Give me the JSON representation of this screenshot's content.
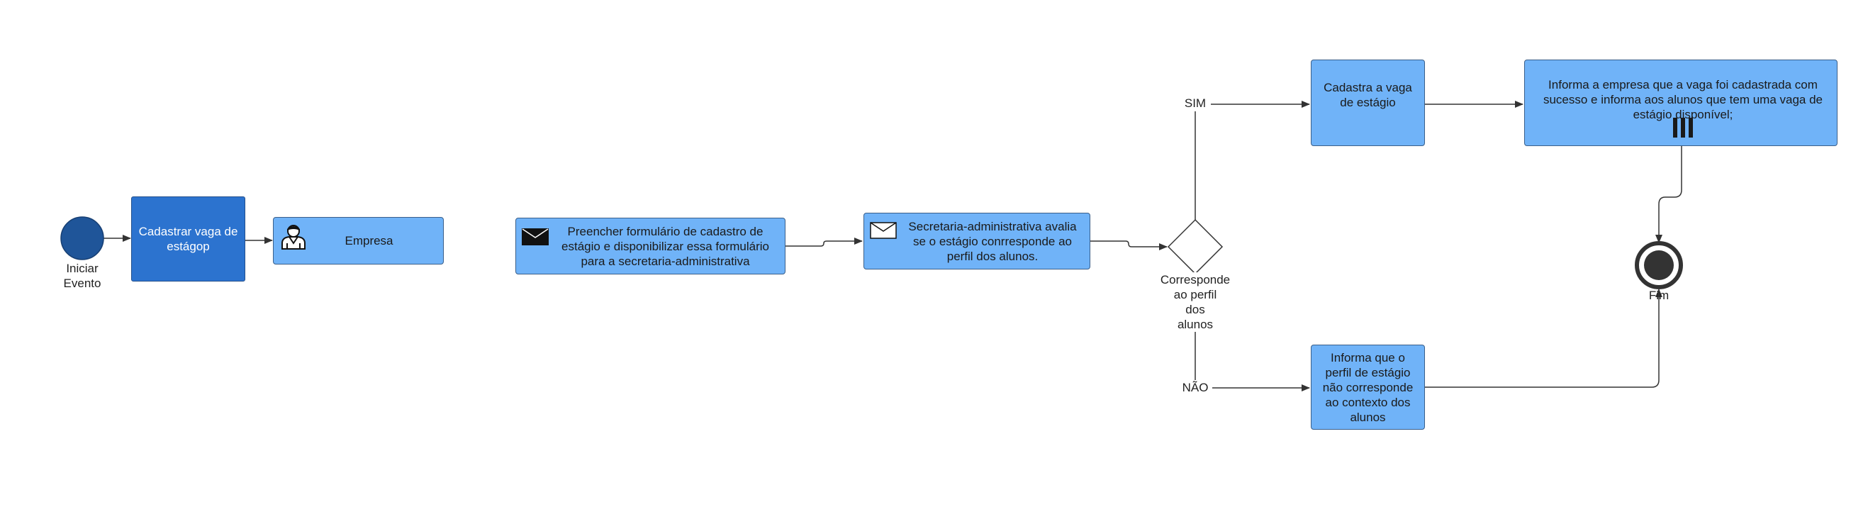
{
  "diagram": {
    "start_label": "Iniciar\nEvento",
    "task_cadastrar_vaga": "Cadastrar vaga de\nestágop",
    "task_empresa": "Empresa",
    "task_preencher": "Preencher formulário de cadastro de\nestágio  e disponibilizar essa formulário\npara a secretaria-administrativa",
    "task_secretaria": "Secretaria-administrativa avalia\nse o estágio conrresponde ao\nperfil dos alunos.",
    "gateway_label": "Corresponde\nao perfil\ndos\nalunos",
    "branch_yes": "SIM",
    "branch_no": "NÃO",
    "task_cadastra": "Cadastra a vaga\nde estágio",
    "task_informa_sucesso": "Informa  a empresa que a vaga foi cadastrada com\nsucesso e informa aos alunos que tem uma vaga de\nestágio disponível;",
    "task_informa_nao": "Informa que o\nperfil de estágio\nnão corresponde\nao contexto dos\nalunos",
    "end_label": "Fim"
  },
  "icons": {
    "empresa": "user-icon",
    "preencher": "envelope-filled-icon",
    "secretaria": "envelope-outline-icon",
    "sucesso": "parallel-multi-instance-icon"
  },
  "colors": {
    "task_fill": "#70b3f8",
    "task_dark_fill": "#2c73cf",
    "start_fill": "#1f5599",
    "end_fill": "#333333",
    "line": "#333333"
  }
}
